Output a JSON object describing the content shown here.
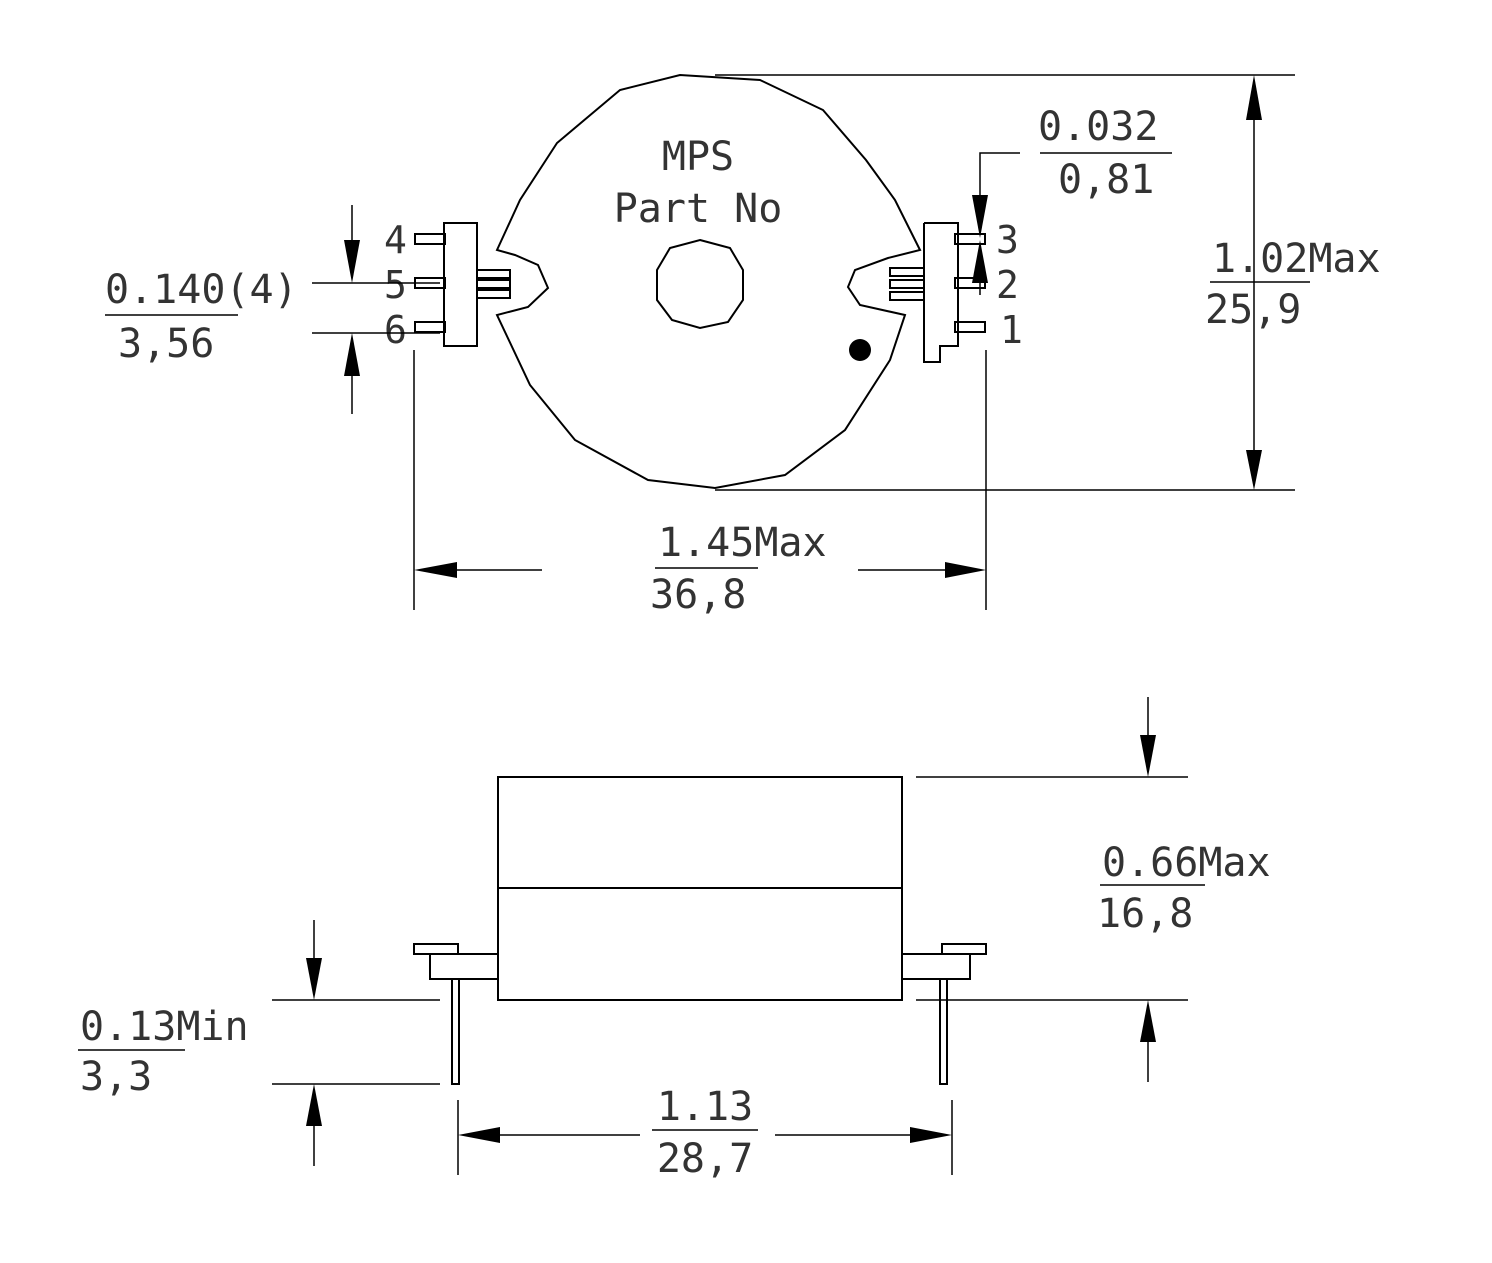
{
  "top_view": {
    "label_line1": "MPS",
    "label_line2": "Part No",
    "pins_left": [
      "4",
      "5",
      "6"
    ],
    "pins_right": [
      "3",
      "2",
      "1"
    ],
    "dims": {
      "pitch": {
        "inch": "0.140(4)",
        "mm": "3,56"
      },
      "pin_width": {
        "inch": "0.032",
        "mm": "0,81"
      },
      "height": {
        "inch": "1.02Max",
        "mm": "25,9"
      },
      "width": {
        "inch": "1.45Max",
        "mm": "36,8"
      }
    }
  },
  "side_view": {
    "dims": {
      "height": {
        "inch": "0.66Max",
        "mm": "16,8"
      },
      "pin_length": {
        "inch": "0.13Min",
        "mm": "3,3"
      },
      "pin_span": {
        "inch": "1.13",
        "mm": "28,7"
      }
    }
  },
  "colors": {
    "line": "#000000",
    "text": "#333333",
    "background": "#ffffff"
  }
}
